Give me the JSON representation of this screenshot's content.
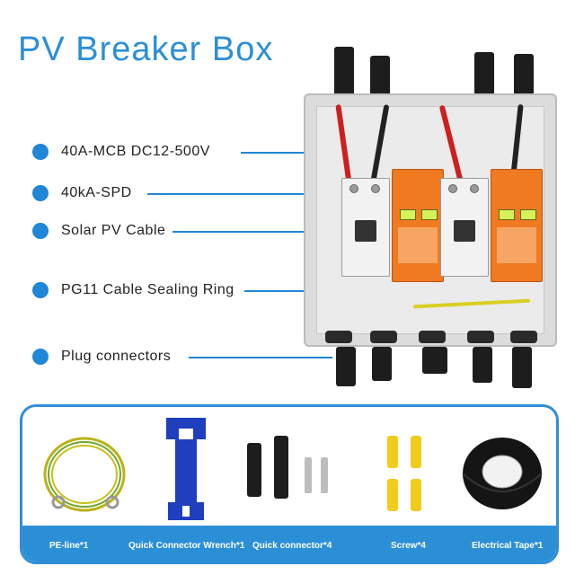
{
  "title": "PV Breaker Box",
  "callouts": [
    {
      "label": "40A-MCB DC12-500V"
    },
    {
      "label": "40kA-SPD"
    },
    {
      "label": "Solar PV Cable"
    },
    {
      "label": "PG11 Cable Sealing Ring"
    },
    {
      "label": "Plug connectors"
    }
  ],
  "accessories": [
    {
      "label": "PE-line*1"
    },
    {
      "label": "Quick Connector Wrench*1"
    },
    {
      "label": "Quick connector*4"
    },
    {
      "label": "Screw*4"
    },
    {
      "label": "Electrical Tape*1"
    }
  ],
  "colors": {
    "accent": "#2b8fd6",
    "spd_orange": "#f07a20",
    "wrench_blue": "#1f3fbf",
    "screw_yellow": "#f2cc1a"
  }
}
